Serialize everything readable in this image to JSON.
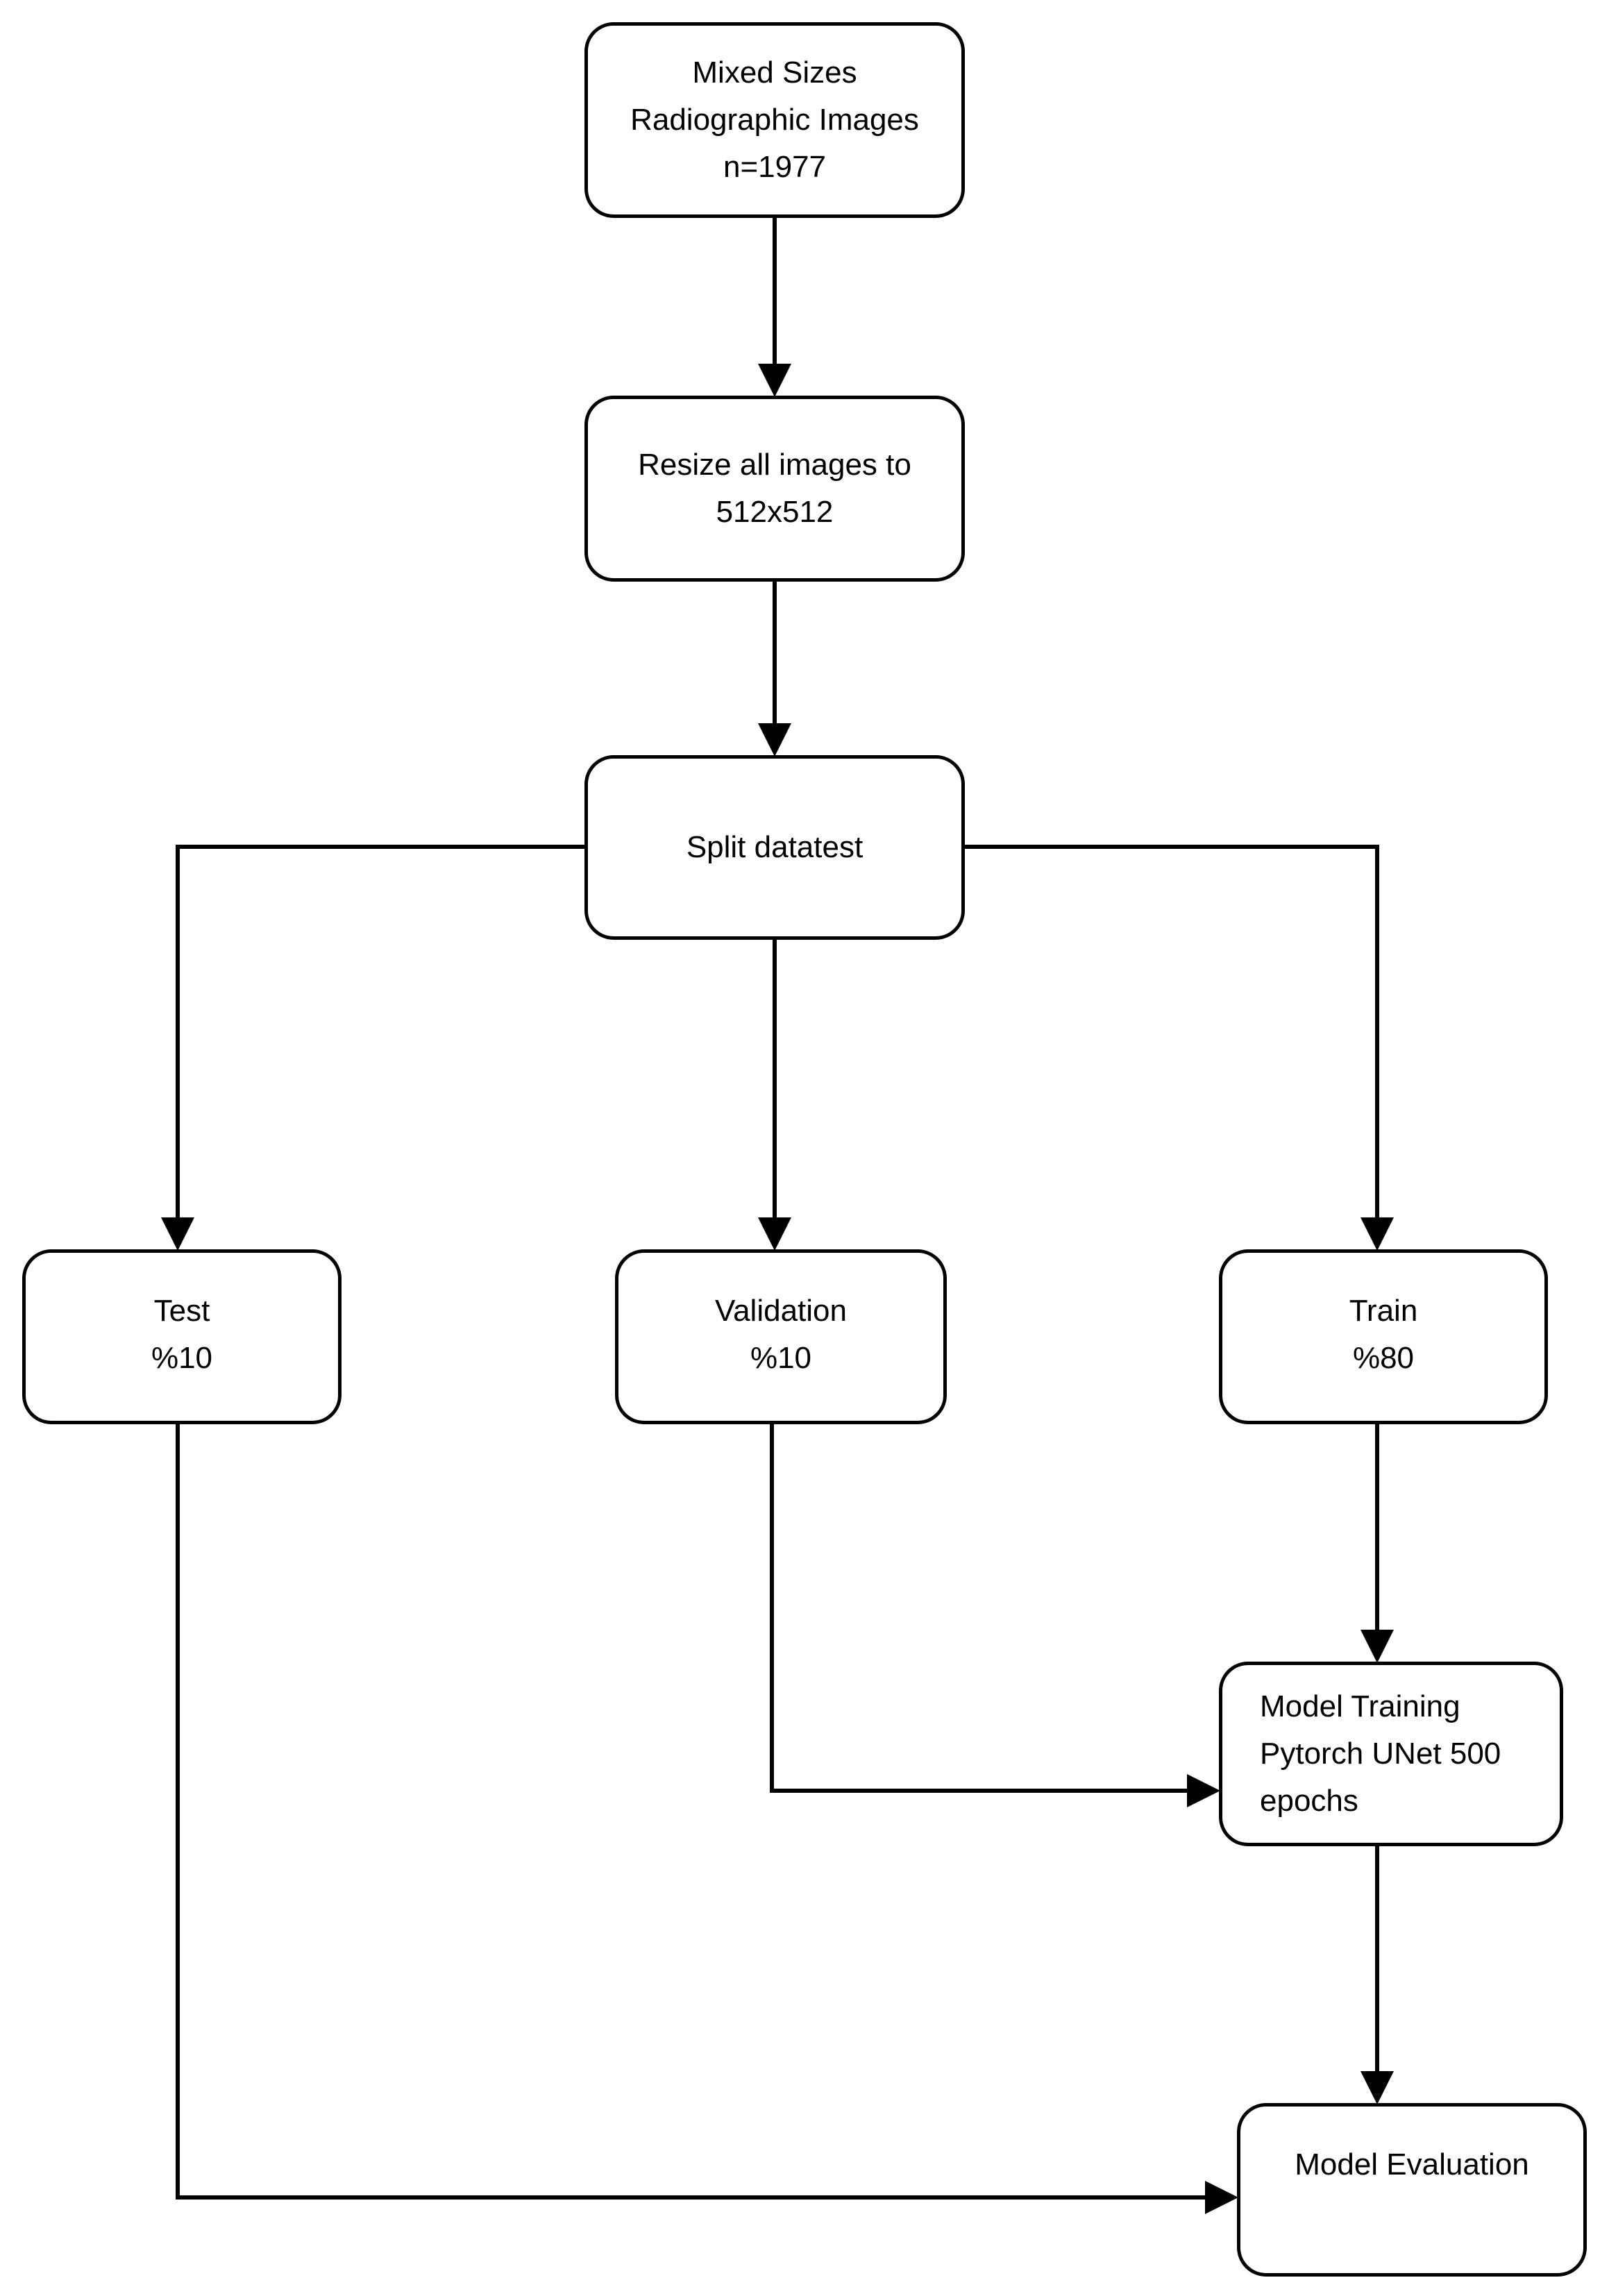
{
  "diagram": {
    "nodes": {
      "source": {
        "lines": [
          "Mixed Sizes",
          "Radiographic Images",
          "n=1977"
        ]
      },
      "resize": {
        "lines": [
          "Resize all images to",
          "512x512"
        ]
      },
      "split": {
        "lines": [
          "Split datatest"
        ]
      },
      "test": {
        "lines": [
          "Test",
          "%10"
        ]
      },
      "validation": {
        "lines": [
          "Validation",
          "%10"
        ]
      },
      "train": {
        "lines": [
          "Train",
          "%80"
        ]
      },
      "model_training": {
        "lines": [
          "Model Training",
          "Pytorch UNet 500",
          "epochs"
        ]
      },
      "model_evaluation": {
        "lines": [
          "Model Evaluation"
        ]
      }
    },
    "edges": [
      {
        "from": "source",
        "to": "resize"
      },
      {
        "from": "resize",
        "to": "split"
      },
      {
        "from": "split",
        "to": "test"
      },
      {
        "from": "split",
        "to": "validation"
      },
      {
        "from": "split",
        "to": "train"
      },
      {
        "from": "train",
        "to": "model_training"
      },
      {
        "from": "validation",
        "to": "model_training"
      },
      {
        "from": "model_training",
        "to": "model_evaluation"
      },
      {
        "from": "test",
        "to": "model_evaluation"
      }
    ],
    "colors": {
      "stroke": "#000000",
      "fill": "#ffffff",
      "text": "#000000"
    }
  }
}
